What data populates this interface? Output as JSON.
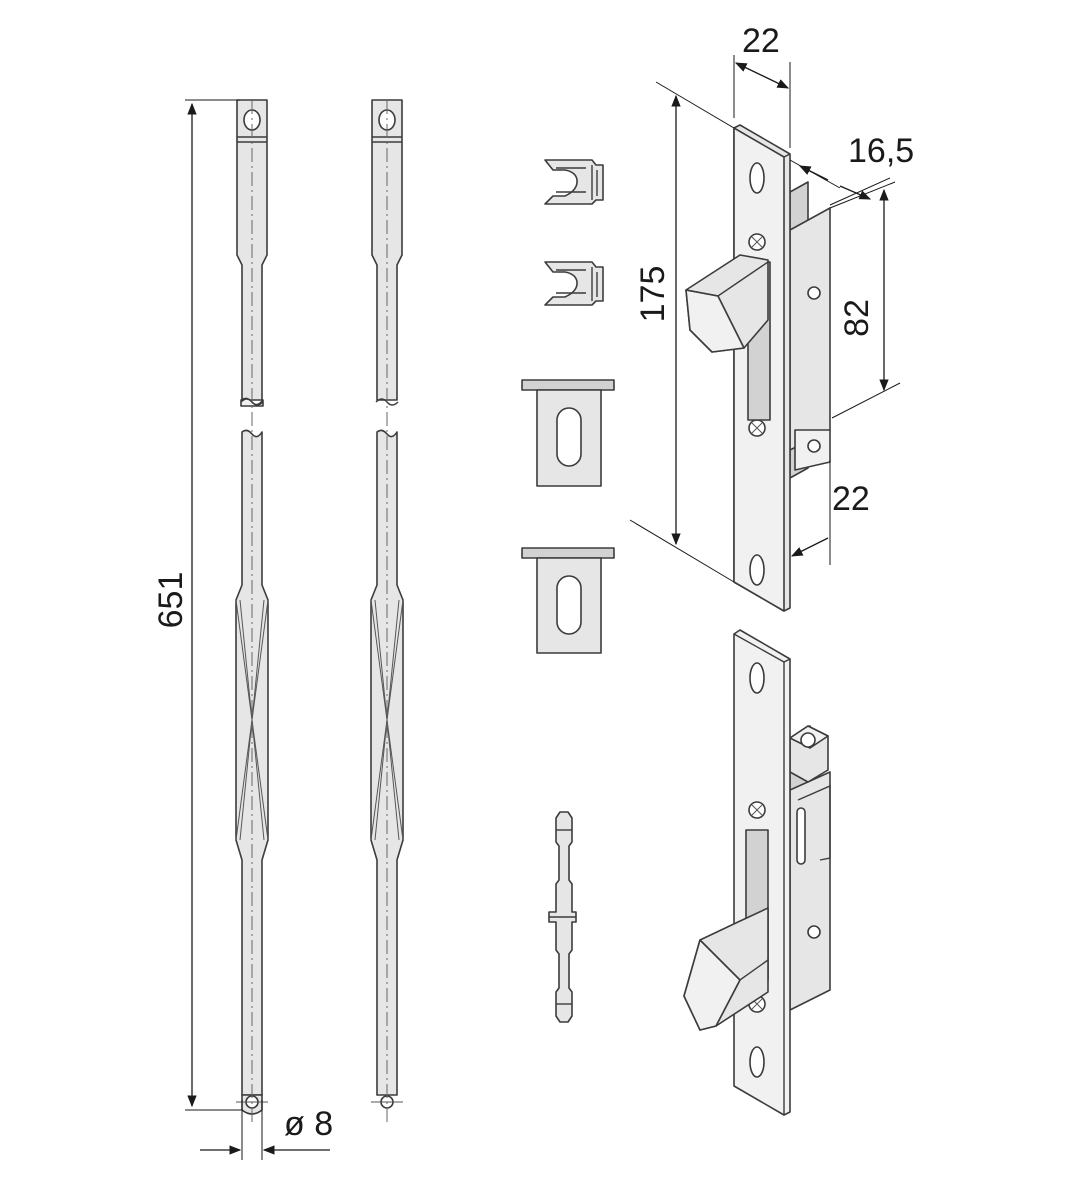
{
  "dimensions": {
    "rod_length": "651",
    "rod_diameter": "ø 8",
    "bolt_length": "175",
    "plate_width_top": "22",
    "depth": "16,5",
    "body_height": "82",
    "plate_width_bottom": "22"
  },
  "colors": {
    "part_fill": "#e6e6e6",
    "outline": "#3c3c3c",
    "dimension_line": "#1a1a1a"
  }
}
